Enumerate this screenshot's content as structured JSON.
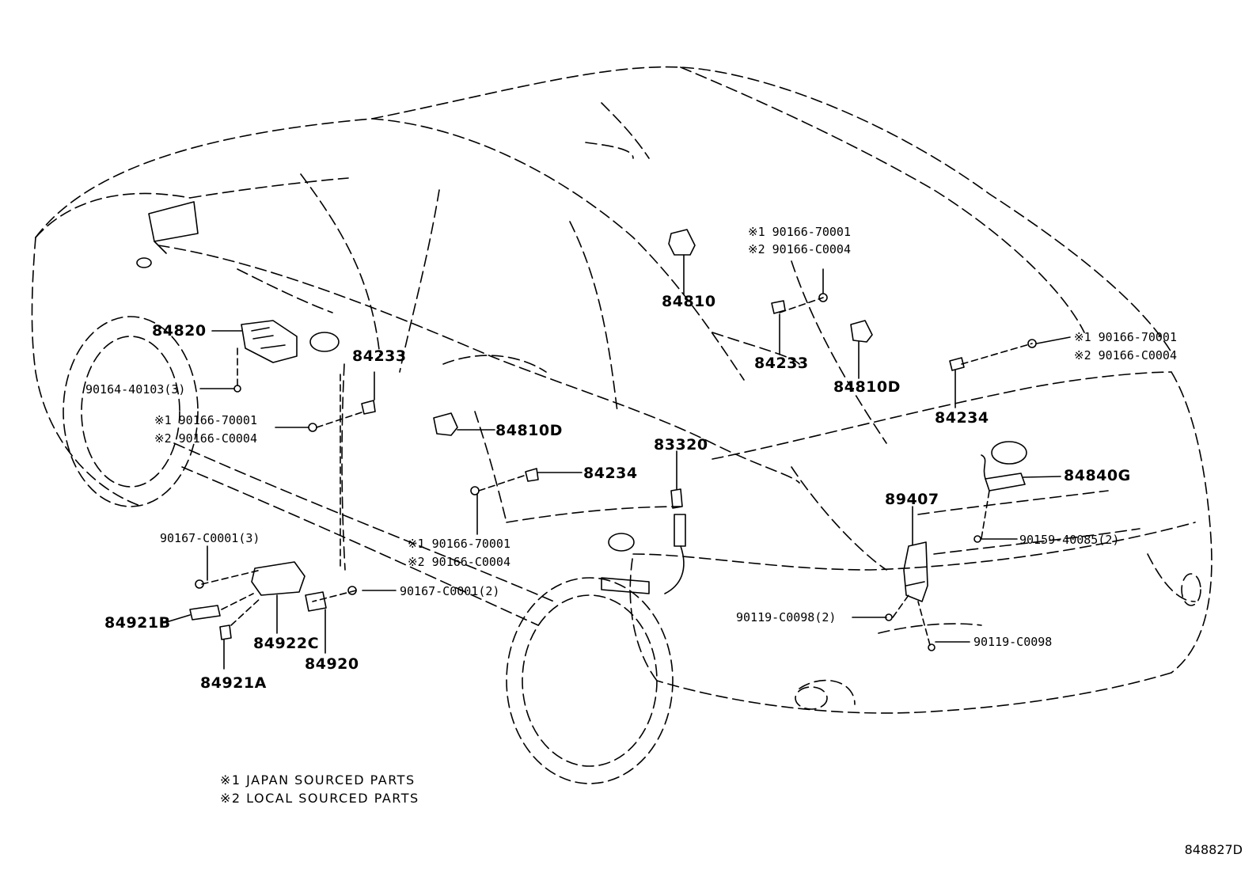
{
  "parts": {
    "p84820": "84820",
    "p90164": "90164-40103(3)",
    "p84233a": "84233",
    "p84233b": "84233",
    "p84810": "84810",
    "p84810d_a": "84810D",
    "p84810d_b": "84810D",
    "p84234a": "84234",
    "p84234b": "84234",
    "p83320": "83320",
    "p84840g": "84840G",
    "p89407": "89407",
    "p90159": "90159-40085(2)",
    "p90119a": "90119-C0098(2)",
    "p90119b": "90119-C0098",
    "p90167a": "90167-C0001(3)",
    "p90167b": "90167-C0001(2)",
    "p84921b": "84921B",
    "p84922c": "84922C",
    "p84920": "84920",
    "p84921a": "84921A"
  },
  "screw_callouts": {
    "top_1": "※1 90166-70001",
    "top_2": "※2 90166-C0004",
    "right_1": "※1 90166-70001",
    "right_2": "※2 90166-C0004",
    "left_1": "※1 90166-70001",
    "left_2": "※2 90166-C0004",
    "mid_1": "※1 90166-70001",
    "mid_2": "※2 90166-C0004"
  },
  "legend": {
    "note1": "※1 JAPAN SOURCED PARTS",
    "note2": "※2 LOCAL SOURCED PARTS"
  },
  "diagram_code": "848827D"
}
